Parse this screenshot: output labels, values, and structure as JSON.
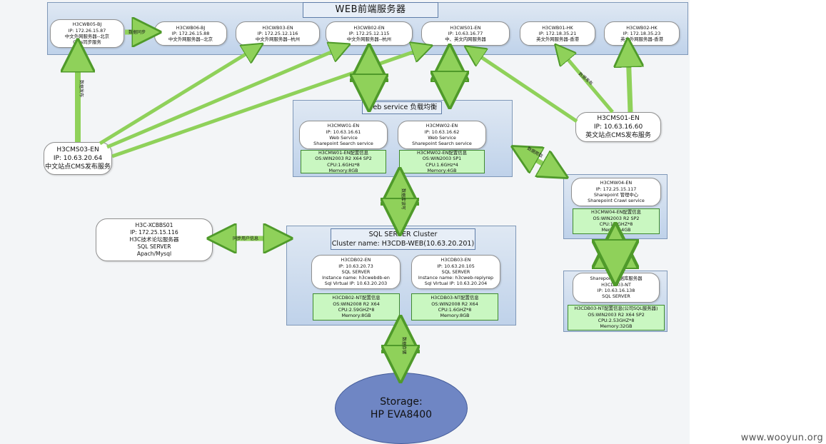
{
  "web_frontend": {
    "title": "WEB前端服务器",
    "servers": [
      {
        "lines": [
          "H3CWB05-BJ",
          "IP: 172.26.15.87",
          "中文外网服务器--北京",
          "Cms同步服务"
        ]
      },
      {
        "lines": [
          "H3CWB06-BJ",
          "IP: 172.26.15.88",
          "中文外网服务器--北京"
        ]
      },
      {
        "lines": [
          "H3CWB03-EN",
          "IP: 172.25.12.116",
          "中文外网服务器--杭州"
        ]
      },
      {
        "lines": [
          "H3CWB02-EN",
          "IP: 172.25.12.115",
          "中文外网服务器--杭州"
        ]
      },
      {
        "lines": [
          "H3CWS01-EN",
          "IP: 10.63.16.77",
          "中、英文内网服务器"
        ]
      },
      {
        "lines": [
          "H3CWB01-HK",
          "IP: 172.18.35.21",
          "英文外网服务器-香港"
        ]
      },
      {
        "lines": [
          "H3CWB02-HK",
          "IP: 172.18.35.23",
          "英文外网服务器-香港"
        ]
      }
    ]
  },
  "cms": {
    "cn": {
      "lines": [
        "H3CMS03-EN",
        "IP: 10.63.20.64",
        "中文站点CMS发布服务"
      ]
    },
    "en": {
      "lines": [
        "H3CMS01-EN",
        "IP: 10.63.16.60",
        "英文站点CMS发布服务"
      ]
    }
  },
  "web_service": {
    "title": "Web service 负载均衡",
    "nodes": [
      {
        "lines": [
          "H3CMW01-EN",
          "IP: 10.63.16.61",
          "Web Service",
          "Sharepoint Search service"
        ],
        "spec": [
          "H3CMW01-EN配置信息",
          "OS:WIN2003 R2 X64 SP2",
          "CPU:1.6GHz*8",
          "Memory:8GB"
        ]
      },
      {
        "lines": [
          "H3CMW02-EN",
          "IP: 10.63.16.62",
          "Web Service",
          "Sharepoint Search service"
        ],
        "spec": [
          "H3CMW02-EN配置信息",
          "OS:WIN2003  SP1",
          "CPU:1.6GHz*4",
          "Memory:4GB"
        ]
      }
    ]
  },
  "sharepoint_admin": {
    "lines": [
      "H3CMW04-EN",
      "IP: 172.25.15.117",
      "Sharepoint 管理中心",
      "Sharepoint Crawl  service"
    ],
    "spec": [
      "H3CMW04-EN配置信息",
      "OS:WIN2003 R2 SP2",
      "CPU:1.6GHZ*8",
      "Memory:4GB"
    ]
  },
  "sharepoint_db": {
    "lines": [
      "Sharepoint数据库服务器",
      "H3CDB03-NT",
      "IP: 10.63.16.138",
      "SQL SERVER"
    ],
    "spec": [
      "H3CDB03-NT配置信息(公司SQL服务器)",
      "OS:WIN2003 R2 X64 SP2",
      "CPU:2.53GHZ*8",
      "Memory:32GB"
    ]
  },
  "forum": {
    "lines": [
      "H3C-XCBBS01",
      "IP: 172.25.15.116",
      "H3C技术论坛服务器",
      "SQL SERVER",
      "Apach/Mysql"
    ]
  },
  "sql_cluster": {
    "title_line1": "SQL SERVER Cluster",
    "title_line2": "Cluster name: H3CDB-WEB(10.63.20.201)",
    "nodes": [
      {
        "lines": [
          "H3CDB02-EN",
          "IP: 10.63.20.73",
          "SQL SERVER",
          "Instance name: h3cwebdb-en",
          "Sql Virtual IP: 10.63.20.203"
        ],
        "spec": [
          "H3CDB02-NT配置信息",
          "OS:WIN2008 R2 X64",
          "CPU:2.59GHZ*8",
          "Memory:8GB"
        ]
      },
      {
        "lines": [
          "H3CDB03-EN",
          "IP: 10.63.20.105",
          "SQL SERVER",
          "Instance name: h3cweb-replyrep",
          "Sql Virtual IP: 10.63.20.204"
        ],
        "spec": [
          "H3CDB03-NT配置信息",
          "OS:WIN2008 R2 X64",
          "CPU:1.6GHZ*8",
          "Memory:8GB"
        ]
      }
    ]
  },
  "storage": {
    "line1": "Storage:",
    "line2": "HP EVA8400"
  },
  "arrow_labels": {
    "bj_sync": "数据同步",
    "cn_publish": "数据发布",
    "en_publish": "数据发布",
    "crawl": "数据爬取",
    "db_access": "数据库读写",
    "forum_sync": "同步用户信息",
    "storage": "数据存储"
  },
  "watermark": "www.wooyun.org",
  "colors": {
    "arrow_fill": "#8fd15a",
    "arrow_stroke": "#4f9a2a",
    "panel": "#c7d8ee",
    "spec": "#c9f7c1",
    "storage": "#6f86c4"
  }
}
